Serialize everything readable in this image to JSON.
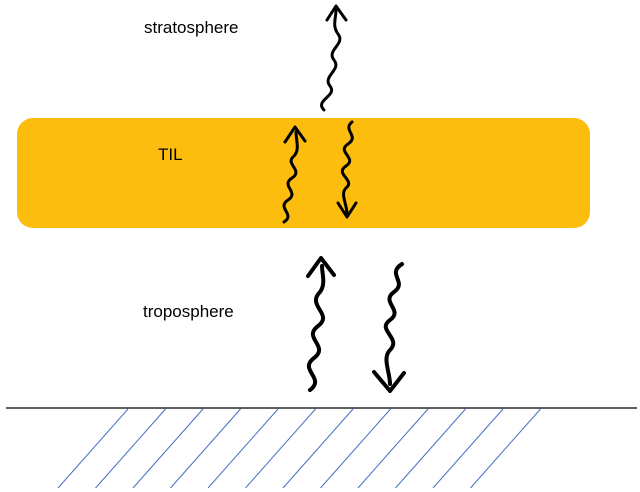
{
  "layers": {
    "stratosphere": "stratosphere",
    "til": "TIL",
    "troposphere": "troposphere"
  },
  "colors": {
    "til_band": "#FDBD0F",
    "ground_line": "#000000",
    "hatch": "#4472C4",
    "arrow": "#000000"
  },
  "icons": [
    "wavy-up-arrow-icon",
    "wavy-down-arrow-icon"
  ]
}
